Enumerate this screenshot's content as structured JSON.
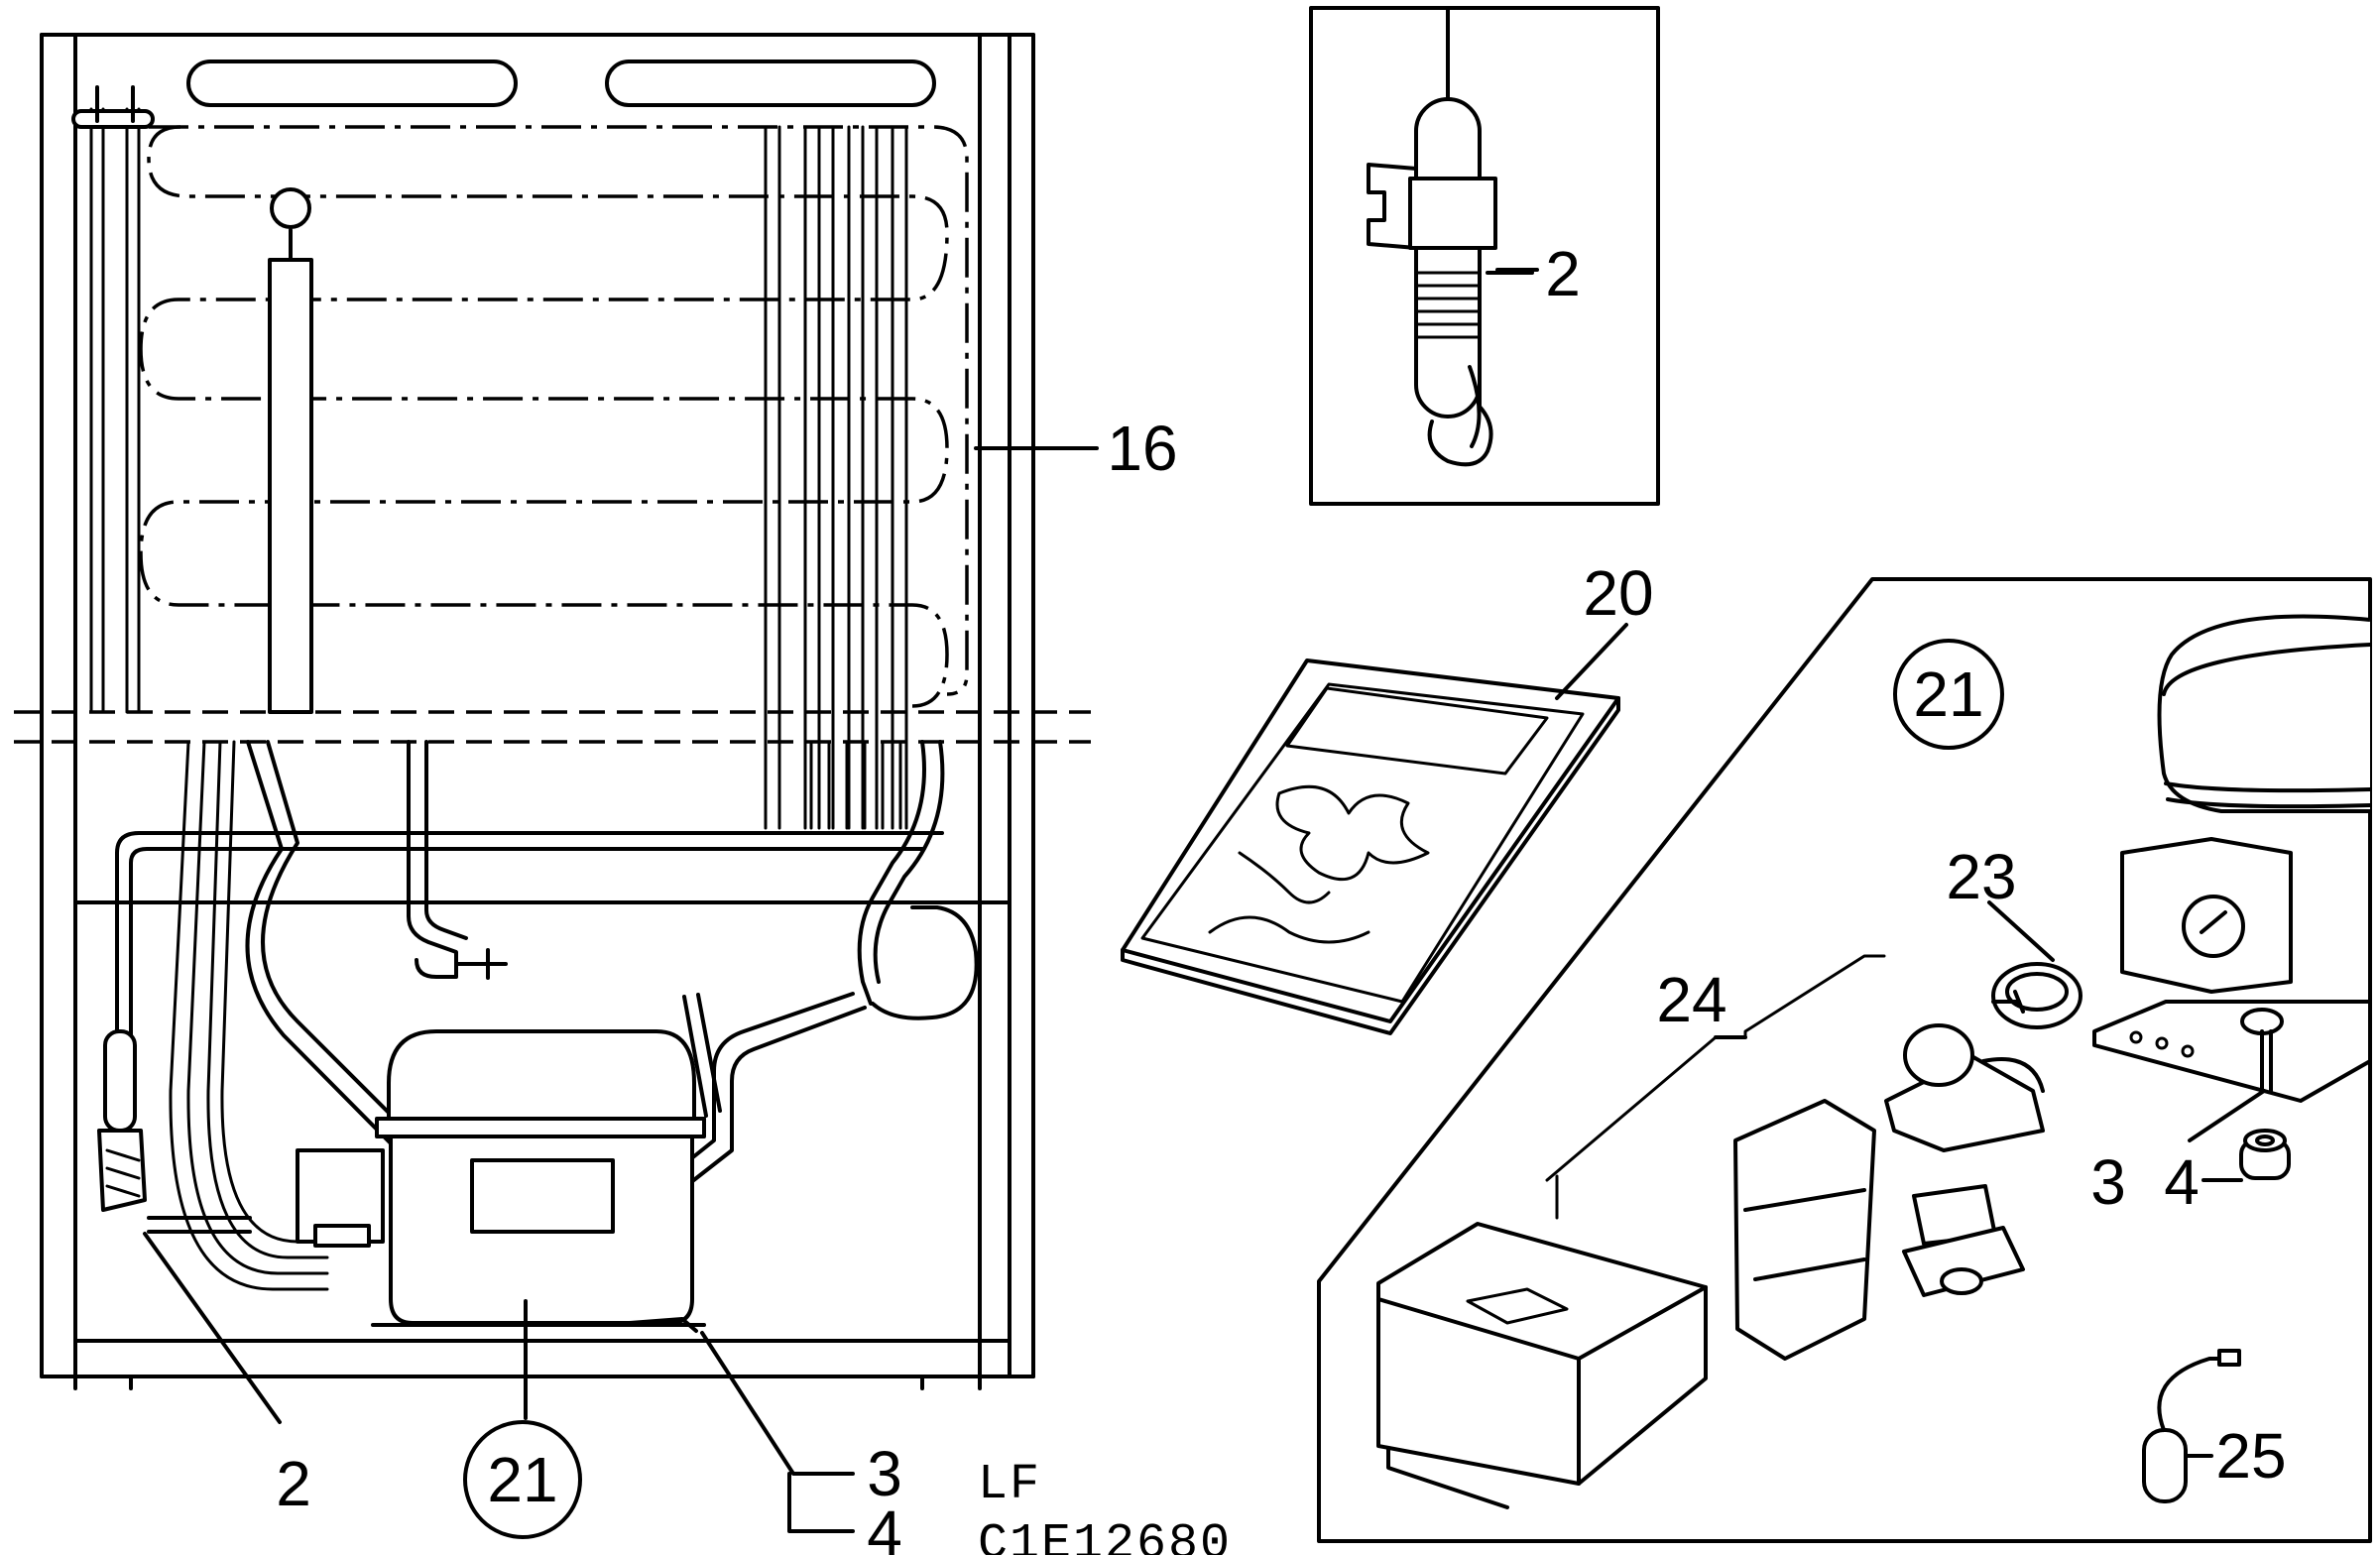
{
  "labels": {
    "l2_main": "2",
    "l21_main": "21",
    "l3_main": "3",
    "l4_main": "4",
    "l16": "16",
    "l2_inset": "2",
    "l20": "20",
    "l21_kit": "21",
    "l23": "23",
    "l24": "24",
    "l3_kit": "3",
    "l4_kit": "4",
    "l25": "25"
  },
  "footer": {
    "lf": "LF",
    "code": "C1E12680"
  }
}
